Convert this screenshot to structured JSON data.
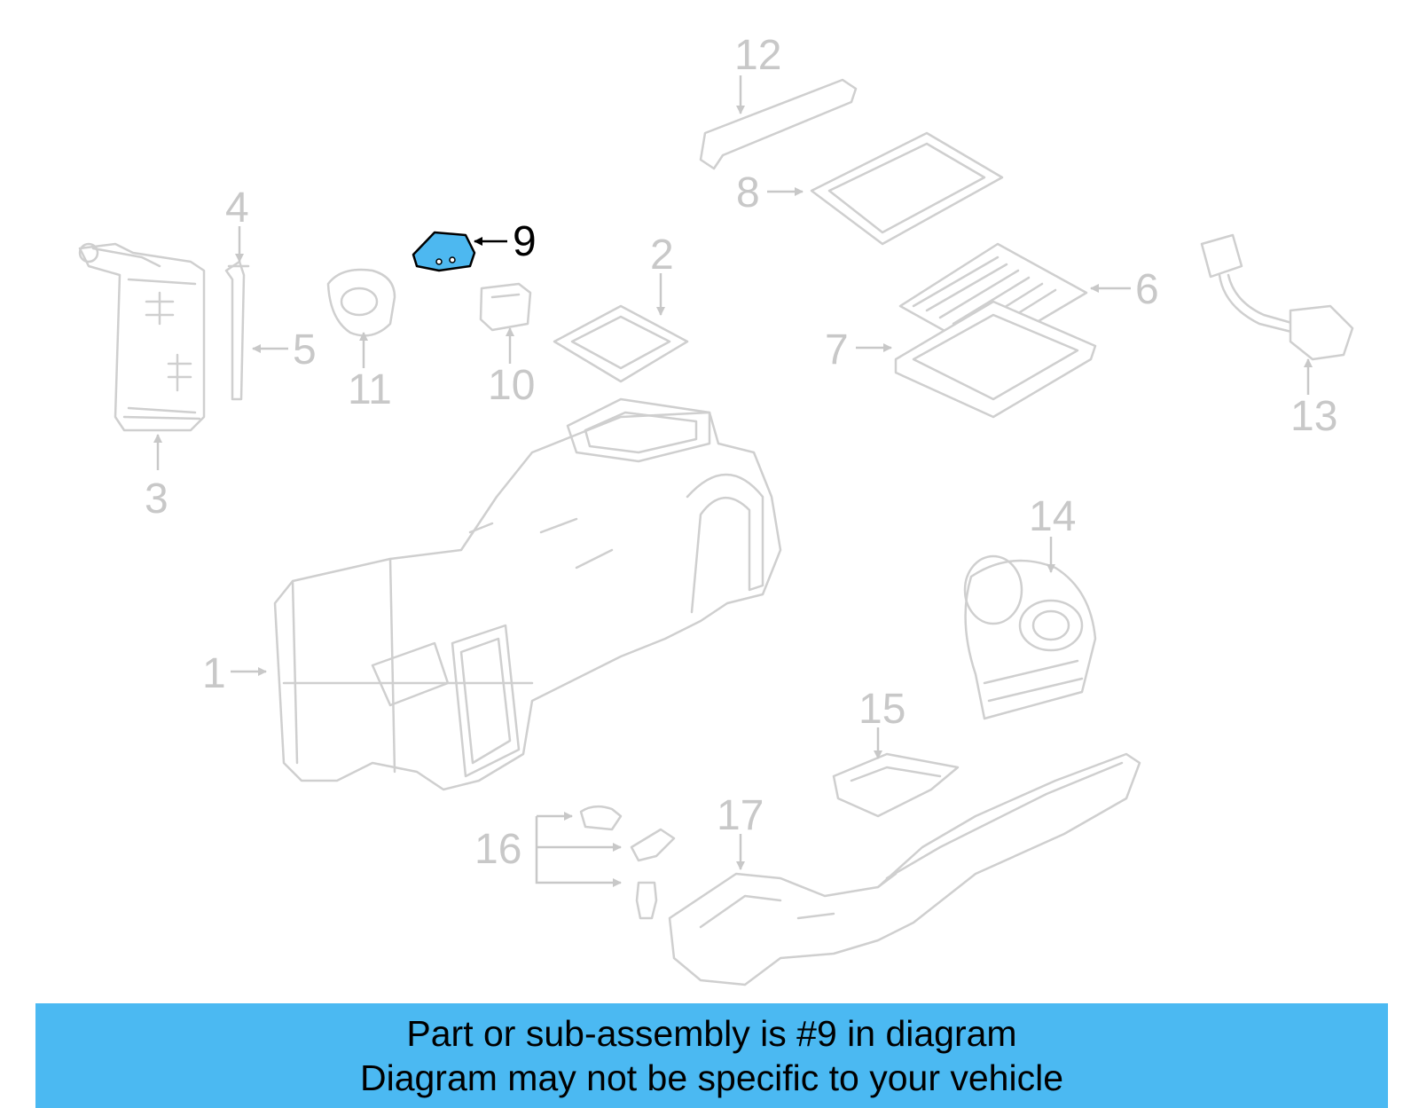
{
  "diagram": {
    "highlighted_callout": "9",
    "callouts": [
      "1",
      "2",
      "3",
      "4",
      "5",
      "6",
      "7",
      "8",
      "9",
      "10",
      "11",
      "12",
      "13",
      "14",
      "15",
      "16",
      "17"
    ],
    "colors": {
      "highlight_part": "#4db8f0",
      "part_lines": "#cfcfcf",
      "callout_text": "#c8c8c8",
      "highlight_text": "#000000"
    }
  },
  "banner": {
    "line1": "Part or sub-assembly is #9 in diagram",
    "line2": "Diagram may not be specific to your vehicle",
    "background": "#4bb9f2"
  }
}
